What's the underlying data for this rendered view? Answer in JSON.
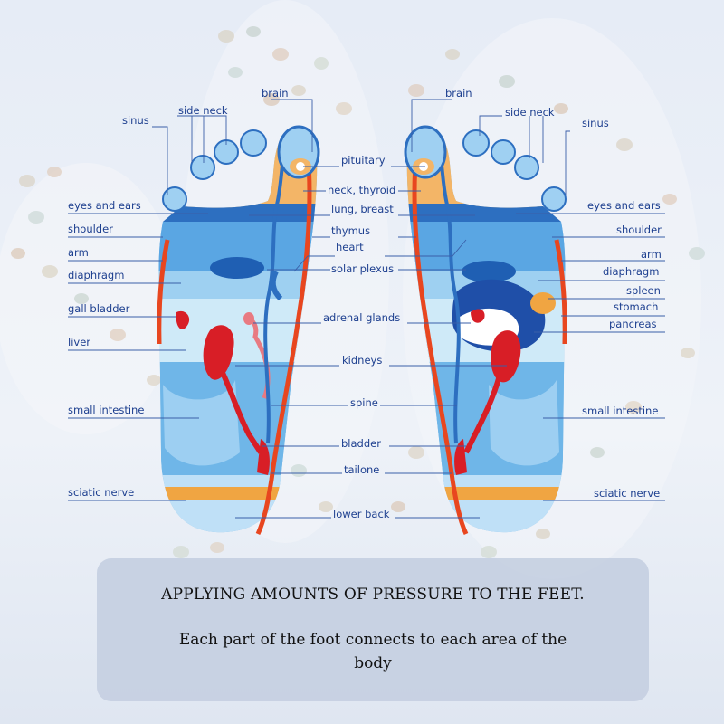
{
  "labels": {
    "left": {
      "brain": "brain",
      "side_neck": "side neck",
      "sinus": "sinus",
      "eyes_ears": "eyes and ears",
      "shoulder": "shoulder",
      "arm": "arm",
      "diaphragm": "diaphragm",
      "gall_bladder": "gall bladder",
      "liver": "liver",
      "small_intestine": "small intestine",
      "sciatic_nerve": "sciatic nerve"
    },
    "center": {
      "pituitary": "pituitary",
      "neck_thyroid": "neck, thyroid",
      "lung_breast": "lung, breast",
      "thymus": "thymus",
      "heart": "heart",
      "solar_plexus": "solar plexus",
      "adrenal_glands": "adrenal glands",
      "kidneys": "kidneys",
      "spine": "spine",
      "bladder": "bladder",
      "tailone": "tailone",
      "lower_back": "lower back"
    },
    "right": {
      "brain": "brain",
      "side_neck": "side neck",
      "sinus": "sinus",
      "eyes_ears": "eyes and ears",
      "shoulder": "shoulder",
      "arm": "arm",
      "diaphragm": "diaphragm",
      "spleen": "spleen",
      "stomach": "stomach",
      "pancreas": "pancreas",
      "small_intestine": "small intestine",
      "sciatic_nerve": "sciatic nerve"
    }
  },
  "caption": {
    "title": "APPLYING AMOUNTS OF PRESSURE TO THE FEET.",
    "body": "Each part of the foot connects to each area of the body"
  },
  "colors": {
    "label_text": "#1d3f8f",
    "leader_line": "#3a5fa8",
    "foot_light": "#bfe0f7",
    "foot_mid": "#5fa8df",
    "foot_dark": "#2c63b8",
    "spine_red": "#e8461f",
    "organ_red": "#d81e26",
    "band_orange": "#f0a542",
    "background": "#e9eef6"
  }
}
